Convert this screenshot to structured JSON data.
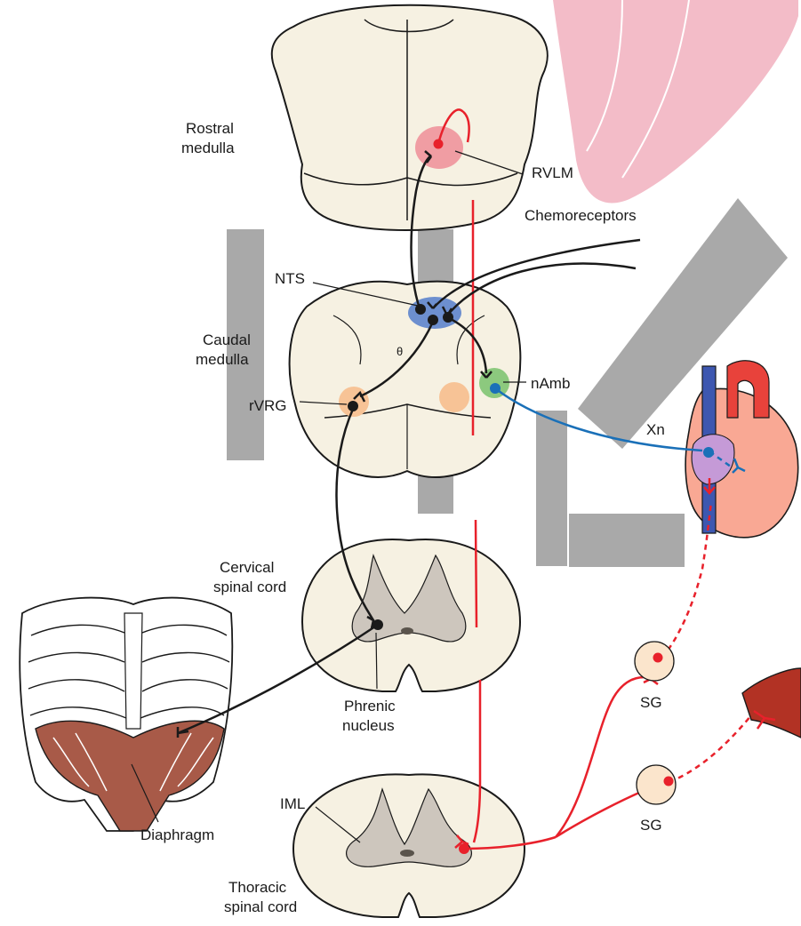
{
  "labels": {
    "rostral_medulla": [
      "Rostral",
      "medulla"
    ],
    "caudal_medulla": [
      "Caudal",
      "medulla"
    ],
    "cervical_cord": [
      "Cervical",
      "spinal cord"
    ],
    "thoracic_cord": [
      "Thoracic",
      "spinal cord"
    ],
    "phrenic": [
      "Phrenic",
      "nucleus"
    ],
    "rvlm": "RVLM",
    "chemoreceptors": "Chemoreceptors",
    "nts": "NTS",
    "namb": "nAmb",
    "rvrg": "rVRG",
    "xn": "Xn",
    "iml": "IML",
    "diaphragm": "Diaphragm",
    "sg_upper": "SG",
    "sg_lower": "SG",
    "ventricle_mark": "θ"
  },
  "colors": {
    "tissue": "#f6f1e2",
    "tissue_shadow": "#e8dfc6",
    "gray_matter": "#cdc6bd",
    "outline": "#1a1a1a",
    "sympathetic": "#e8212b",
    "vagal": "#1a70b8",
    "respiratory": "#1a1a1a",
    "rvlm_zone": "#ef8e98",
    "nts_zone": "#6d8fcf",
    "namb_zone": "#8cc97e",
    "rvrg_zone": "#f7c396",
    "watermark": "#f3bcc8",
    "watermark_gray": "#a4a4a4",
    "heart_red": "#e8423b",
    "heart_blue": "#3d57b0",
    "heart_pink": "#f9a894",
    "vessel": "#b23224",
    "muscle": "#a85a48"
  }
}
